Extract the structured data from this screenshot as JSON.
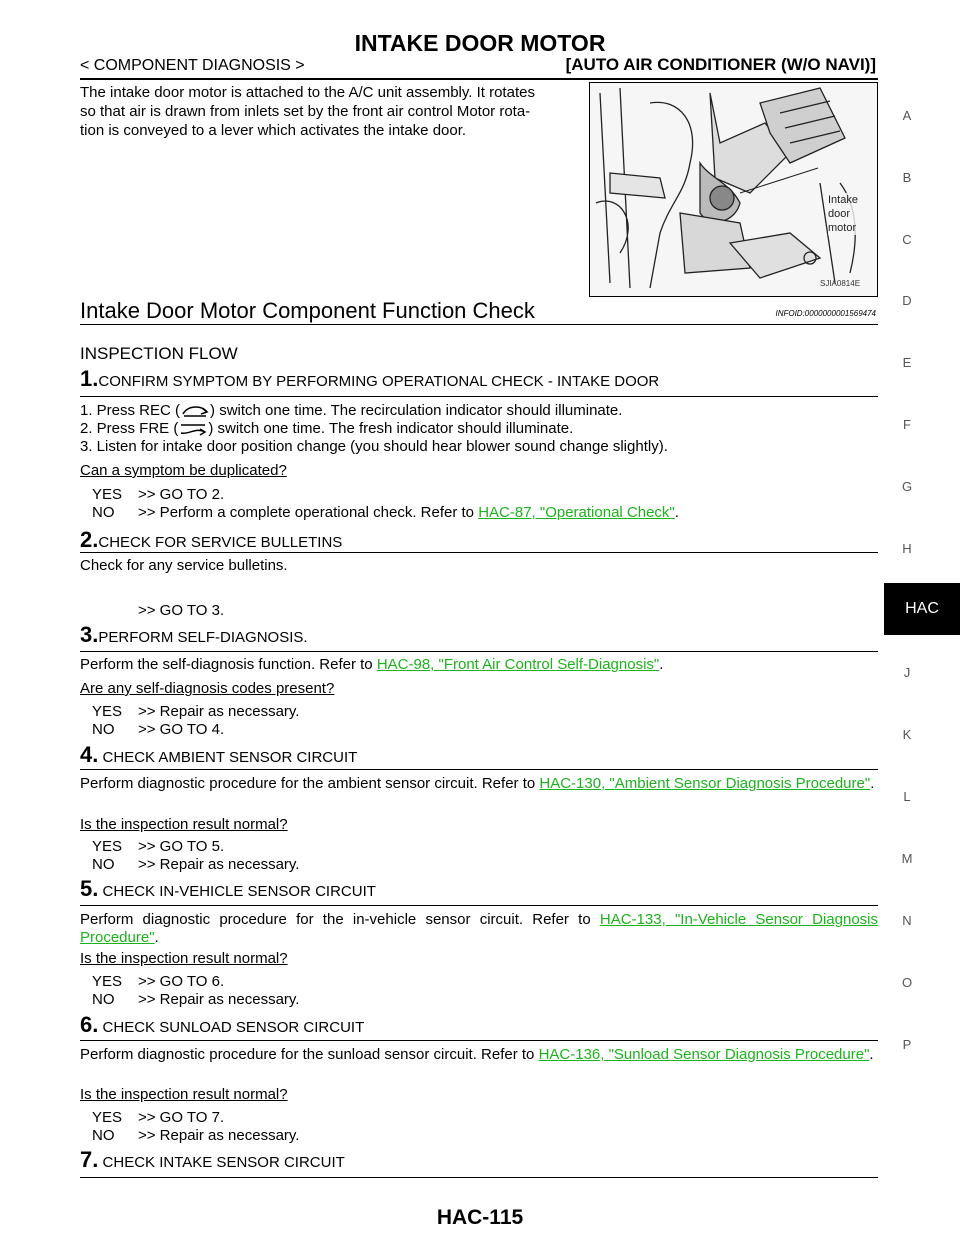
{
  "header": {
    "title": "INTAKE DOOR MOTOR",
    "breadcrumb": "< COMPONENT DIAGNOSIS >",
    "section": "[AUTO AIR CONDITIONER (W/O NAVI)]"
  },
  "intro": "The intake door motor is attached to the A/C unit assembly. It rotates so that air is drawn from inlets set by the front air control Motor rotation is conveyed to a lever which activates the intake door.",
  "intro_lines": [
    "The intake door motor is attached to the A/C unit assembly. It rotates",
    "so that air is drawn from inlets set by the front air control Motor rota-",
    "tion is conveyed to a lever which activates the intake door."
  ],
  "figure": {
    "label_line1": "Intake",
    "label_line2": "door",
    "label_line3": "motor",
    "code": "SJIA0814E"
  },
  "section_heading": "Intake Door Motor Component Function Check",
  "infoid": "INFOID:0000000001569474",
  "flow_title": "INSPECTION FLOW",
  "steps": [
    {
      "num": "1.",
      "title": "CONFIRM SYMPTOM BY PERFORMING OPERATIONAL CHECK - INTAKE DOOR",
      "items": [
        {
          "pre": "1.  Press REC (",
          "post": ") switch one time. The recirculation indicator should illuminate."
        },
        {
          "pre": "2.  Press FRE (",
          "post": ") switch one time. The fresh indicator should illuminate."
        },
        {
          "pre": "3.  Listen for intake door position change (you should hear blower sound change slightly).",
          "post": ""
        }
      ],
      "question": "Can a symptom be duplicated?",
      "answers": [
        {
          "key": "YES",
          "text": ">> GO TO 2."
        },
        {
          "key": "NO",
          "text": ">> Perform a complete operational check. Refer to ",
          "link": "HAC-87, \"Operational Check\"",
          "tail": "."
        }
      ]
    },
    {
      "num": "2.",
      "title": "CHECK FOR SERVICE BULLETINS",
      "body": "Check for any service bulletins.",
      "answers": [
        {
          "key": "",
          "text": ">> GO TO 3."
        }
      ]
    },
    {
      "num": "3.",
      "title": "PERFORM SELF-DIAGNOSIS.",
      "body_pre": "Perform the self-diagnosis function. Refer to ",
      "body_link": "HAC-98, \"Front Air Control Self-Diagnosis\"",
      "body_tail": ".",
      "question": "Are any self-diagnosis codes present?",
      "answers": [
        {
          "key": "YES",
          "text": ">> Repair as necessary."
        },
        {
          "key": "NO",
          "text": ">> GO TO 4."
        }
      ]
    },
    {
      "num": "4.",
      "title": " CHECK AMBIENT SENSOR CIRCUIT",
      "body_pre": "Perform diagnostic procedure for the ambient sensor circuit. Refer to ",
      "body_link": "HAC-130, \"Ambient Sensor Diagnosis Procedure\"",
      "body_tail": ".",
      "question": "Is the inspection result normal?",
      "answers": [
        {
          "key": "YES",
          "text": ">> GO TO 5."
        },
        {
          "key": "NO",
          "text": ">> Repair as necessary."
        }
      ]
    },
    {
      "num": "5.",
      "title": " CHECK IN-VEHICLE SENSOR CIRCUIT",
      "body_pre": "Perform diagnostic procedure for the in-vehicle sensor circuit. Refer to ",
      "body_link": "HAC-133, \"In-Vehicle Sensor Diagnosis Procedure\"",
      "body_tail": ".",
      "question": "Is the inspection result normal?",
      "answers": [
        {
          "key": "YES",
          "text": ">> GO TO 6."
        },
        {
          "key": "NO",
          "text": ">> Repair as necessary."
        }
      ]
    },
    {
      "num": "6.",
      "title": " CHECK SUNLOAD SENSOR CIRCUIT",
      "body_pre": "Perform diagnostic procedure for the sunload sensor circuit. Refer to ",
      "body_link": "HAC-136, \"Sunload Sensor Diagnosis Procedure\"",
      "body_tail": ".",
      "question": "Is the inspection result normal?",
      "answers": [
        {
          "key": "YES",
          "text": ">> GO TO 7."
        },
        {
          "key": "NO",
          "text": ">> Repair as necessary."
        }
      ]
    },
    {
      "num": "7.",
      "title": " CHECK INTAKE SENSOR CIRCUIT"
    }
  ],
  "sidebar": [
    "A",
    "B",
    "C",
    "D",
    "E",
    "F",
    "G",
    "H",
    "HAC",
    "J",
    "K",
    "L",
    "M",
    "N",
    "O",
    "P"
  ],
  "page_number": "HAC-115",
  "colors": {
    "link": "#1db31d",
    "tab_bg": "#000000"
  }
}
